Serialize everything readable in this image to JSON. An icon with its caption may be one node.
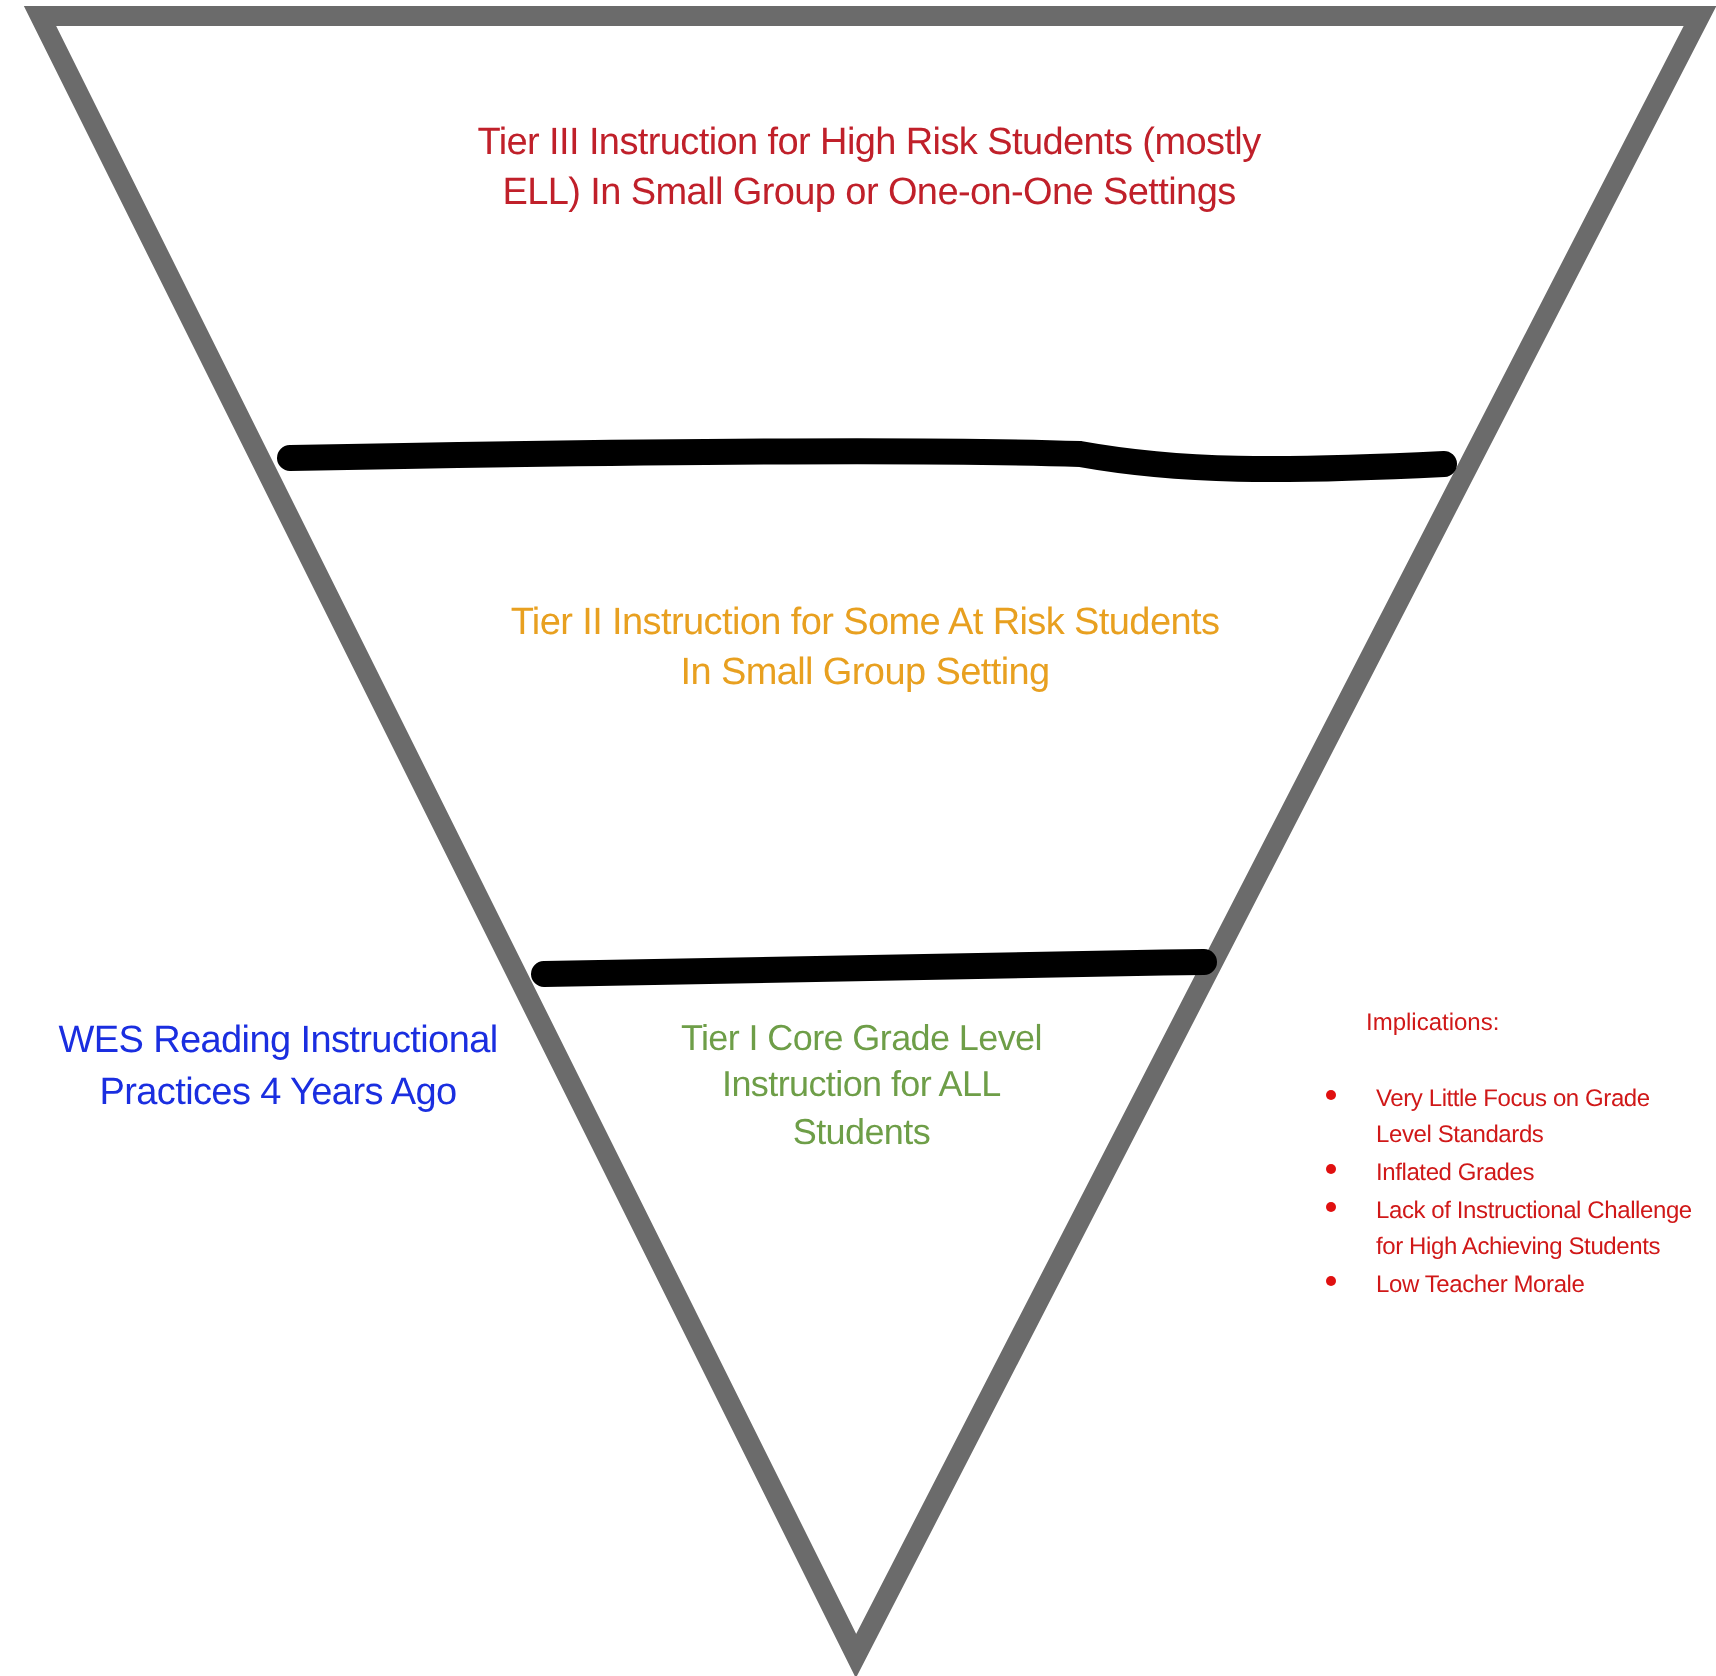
{
  "diagram": {
    "nodes": [
      {
        "text": [
          "Tier III Instruction for High Risk Students (mostly ELL) In Small Group or One-on-One Settings"
        ]
      },
      {
        "text": [
          "Tier II Instruction for Some At Risk Students In Small Group Setting"
        ]
      },
      {
        "text": [
          "Tier I Core Grade Level Instruction for ALL Students"
        ]
      }
    ],
    "labels": [
      "WES Reading Instructional Practices 4 Years Ago",
      "Implications:",
      "Very Little Focus on Grade Level Standards",
      "Inflated Grades",
      "Lack of Instructional Challenge for High Achieving Students",
      "Low Teacher Morale"
    ]
  }
}
